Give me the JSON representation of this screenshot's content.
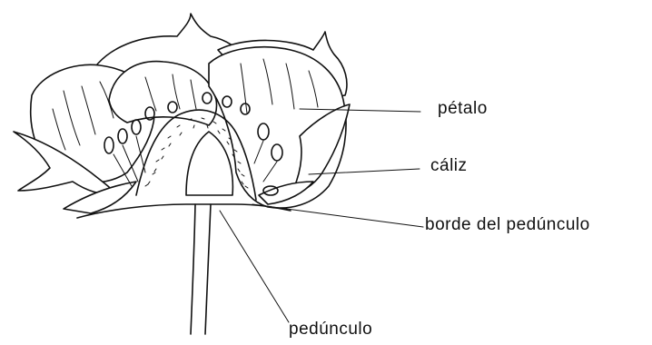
{
  "diagram": {
    "labels": {
      "petal": "pétalo",
      "calyx": "cáliz",
      "peduncle_edge": "borde del pedúnculo",
      "peduncle": "pedúnculo"
    }
  }
}
